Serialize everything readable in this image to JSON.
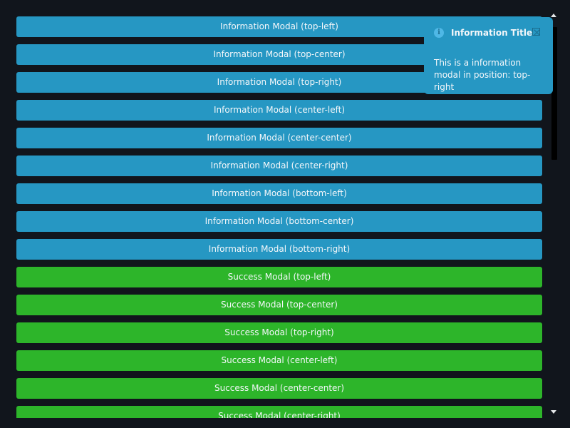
{
  "buttons": [
    {
      "label": "Information Modal (top-left)",
      "kind": "info"
    },
    {
      "label": "Information Modal (top-center)",
      "kind": "info"
    },
    {
      "label": "Information Modal (top-right)",
      "kind": "info"
    },
    {
      "label": "Information Modal (center-left)",
      "kind": "info"
    },
    {
      "label": "Information Modal (center-center)",
      "kind": "info"
    },
    {
      "label": "Information Modal (center-right)",
      "kind": "info"
    },
    {
      "label": "Information Modal (bottom-left)",
      "kind": "info"
    },
    {
      "label": "Information Modal (bottom-center)",
      "kind": "info"
    },
    {
      "label": "Information Modal (bottom-right)",
      "kind": "info"
    },
    {
      "label": "Success Modal (top-left)",
      "kind": "success"
    },
    {
      "label": "Success Modal (top-center)",
      "kind": "success"
    },
    {
      "label": "Success Modal (top-right)",
      "kind": "success"
    },
    {
      "label": "Success Modal (center-left)",
      "kind": "success"
    },
    {
      "label": "Success Modal (center-center)",
      "kind": "success"
    },
    {
      "label": "Success Modal (center-right)",
      "kind": "success"
    }
  ],
  "modal": {
    "icon": "info-icon",
    "icon_glyph": "i",
    "title": "Information Title",
    "body": "This is a information modal in position: top-right",
    "close_icon": "close-icon"
  },
  "colors": {
    "background": "#11151c",
    "info": "#2697c3",
    "success": "#2db52a",
    "text": "#f4f7fa"
  }
}
